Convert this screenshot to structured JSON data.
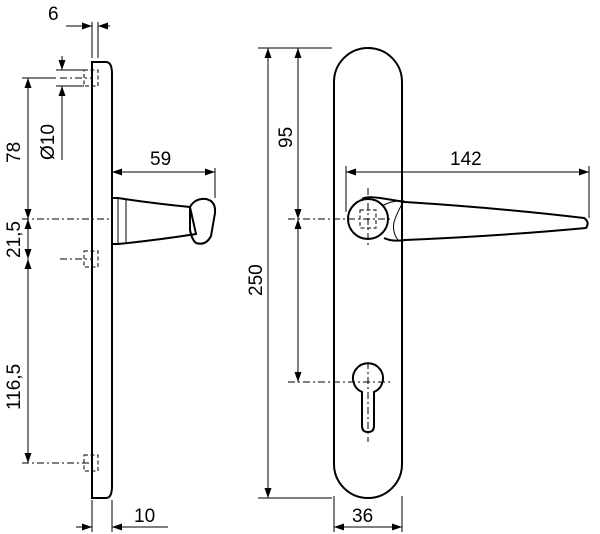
{
  "dimensions": {
    "plate_thickness": "6",
    "screw_hole_diameter": "Ø10",
    "top_to_handle_axis": "78",
    "handle_axis_to_screw": "21,5",
    "screw_spacing": "116,5",
    "handle_projection": "59",
    "plate_depth": "10",
    "overall_length": "250",
    "spindle_to_cylinder": "95",
    "handle_length": "142",
    "plate_width": "36"
  }
}
